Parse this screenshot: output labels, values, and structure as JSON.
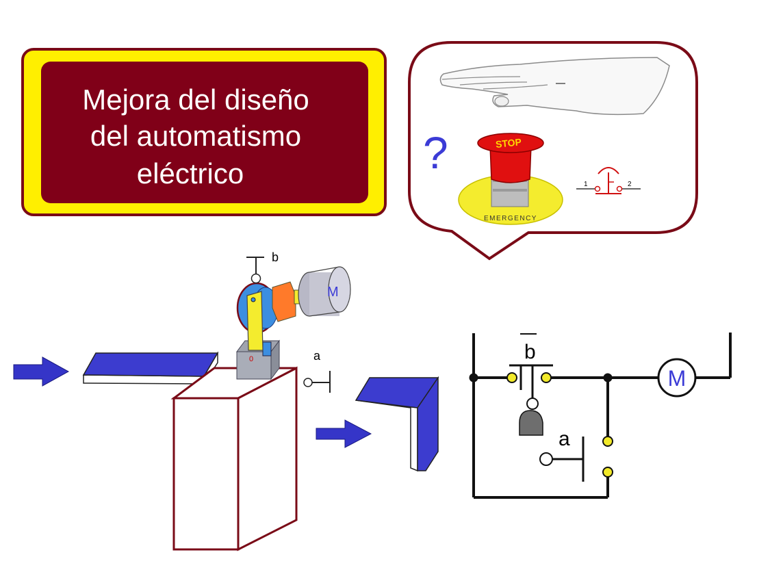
{
  "title": {
    "line1": "Mejora del diseño",
    "line2": "del automatismo",
    "line3": "eléctrico"
  },
  "bubble": {
    "question": "?",
    "stop_label": "STOP",
    "emergency_label": "EMERGENCY",
    "terminal_1": "1",
    "terminal_2": "2"
  },
  "machine": {
    "sensor_b_label": "b",
    "sensor_a_label": "a",
    "motor_label": "M",
    "cam_mark": "0"
  },
  "circuit": {
    "contact_b_label": "b",
    "contact_a_label": "a",
    "motor_label": "M"
  },
  "colors": {
    "title_bg": "#800018",
    "title_border": "#ffef00",
    "part_blue": "#3c3ccf",
    "arrow_blue": "#3535c8",
    "terminal_yellow": "#f2ea2a",
    "stop_red": "#e01010",
    "dark_red_outline": "#7a0b17"
  }
}
